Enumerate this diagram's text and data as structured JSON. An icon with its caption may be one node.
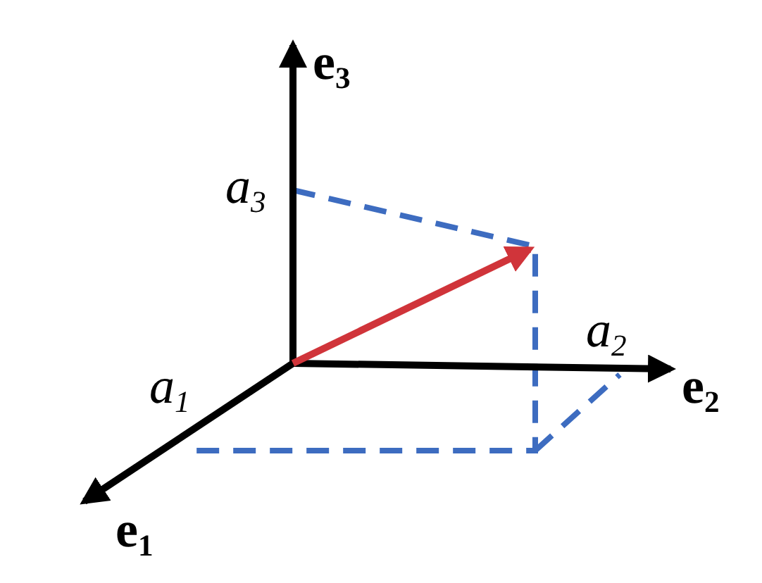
{
  "diagram": {
    "labels": [
      "e$_{3}$",
      "a$_{3}$",
      "a$_{2}$",
      "e$_{2}$",
      "a$_{1}$",
      "e$_{1}$"
    ]
  }
}
